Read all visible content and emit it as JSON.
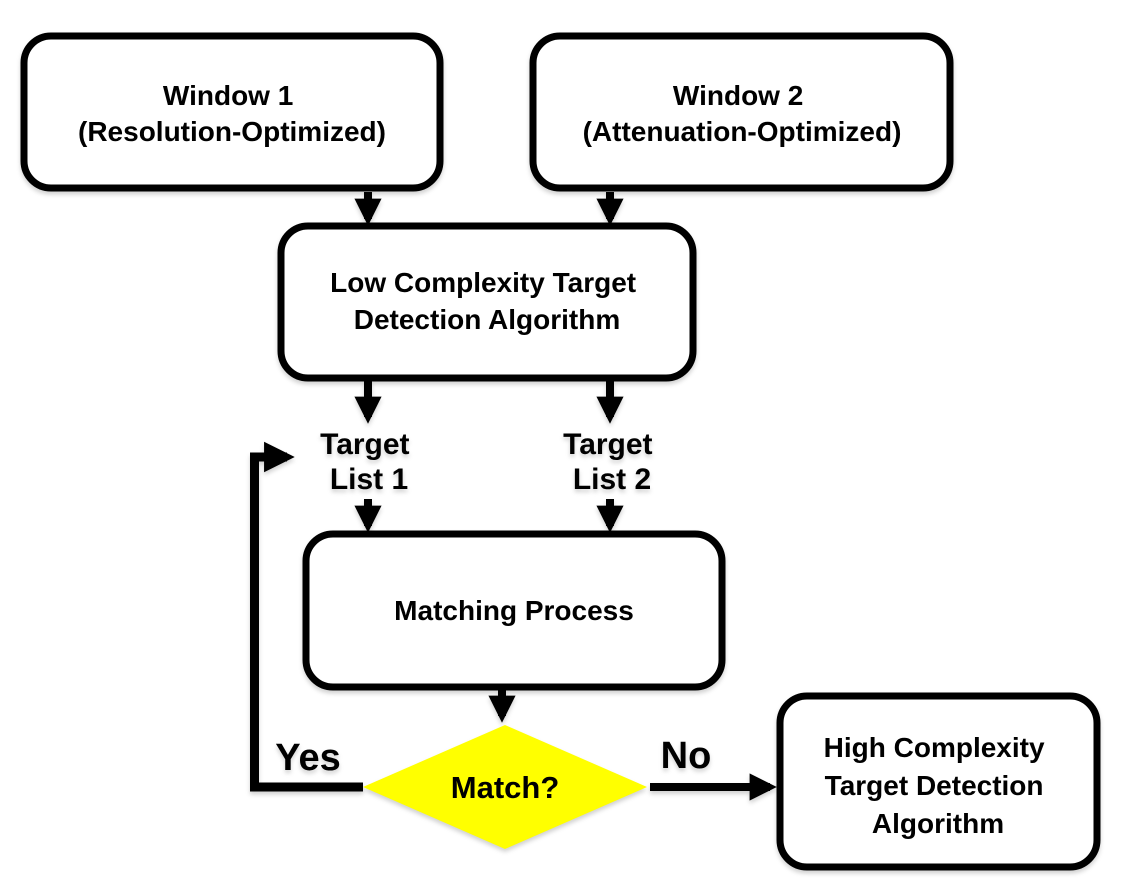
{
  "colors": {
    "ink": "#000000",
    "background": "#ffffff",
    "diamond_fill": "#ffff00"
  },
  "nodes": {
    "window1": {
      "lines": [
        "Window 1",
        "(Resolution-Optimized)"
      ]
    },
    "window2": {
      "lines": [
        "Window 2",
        "(Attenuation-Optimized)"
      ]
    },
    "low_complexity": {
      "lines": [
        "Low Complexity Target",
        "Detection Algorithm"
      ]
    },
    "target_list_1": {
      "lines": [
        "Target",
        "List 1"
      ]
    },
    "target_list_2": {
      "lines": [
        "Target",
        "List 2"
      ]
    },
    "matching": {
      "label": "Matching Process"
    },
    "decision": {
      "label": "Match?"
    },
    "high_complexity": {
      "lines": [
        "High Complexity",
        "Target Detection",
        "Algorithm"
      ]
    }
  },
  "edges": {
    "yes_label": "Yes",
    "no_label": "No"
  }
}
